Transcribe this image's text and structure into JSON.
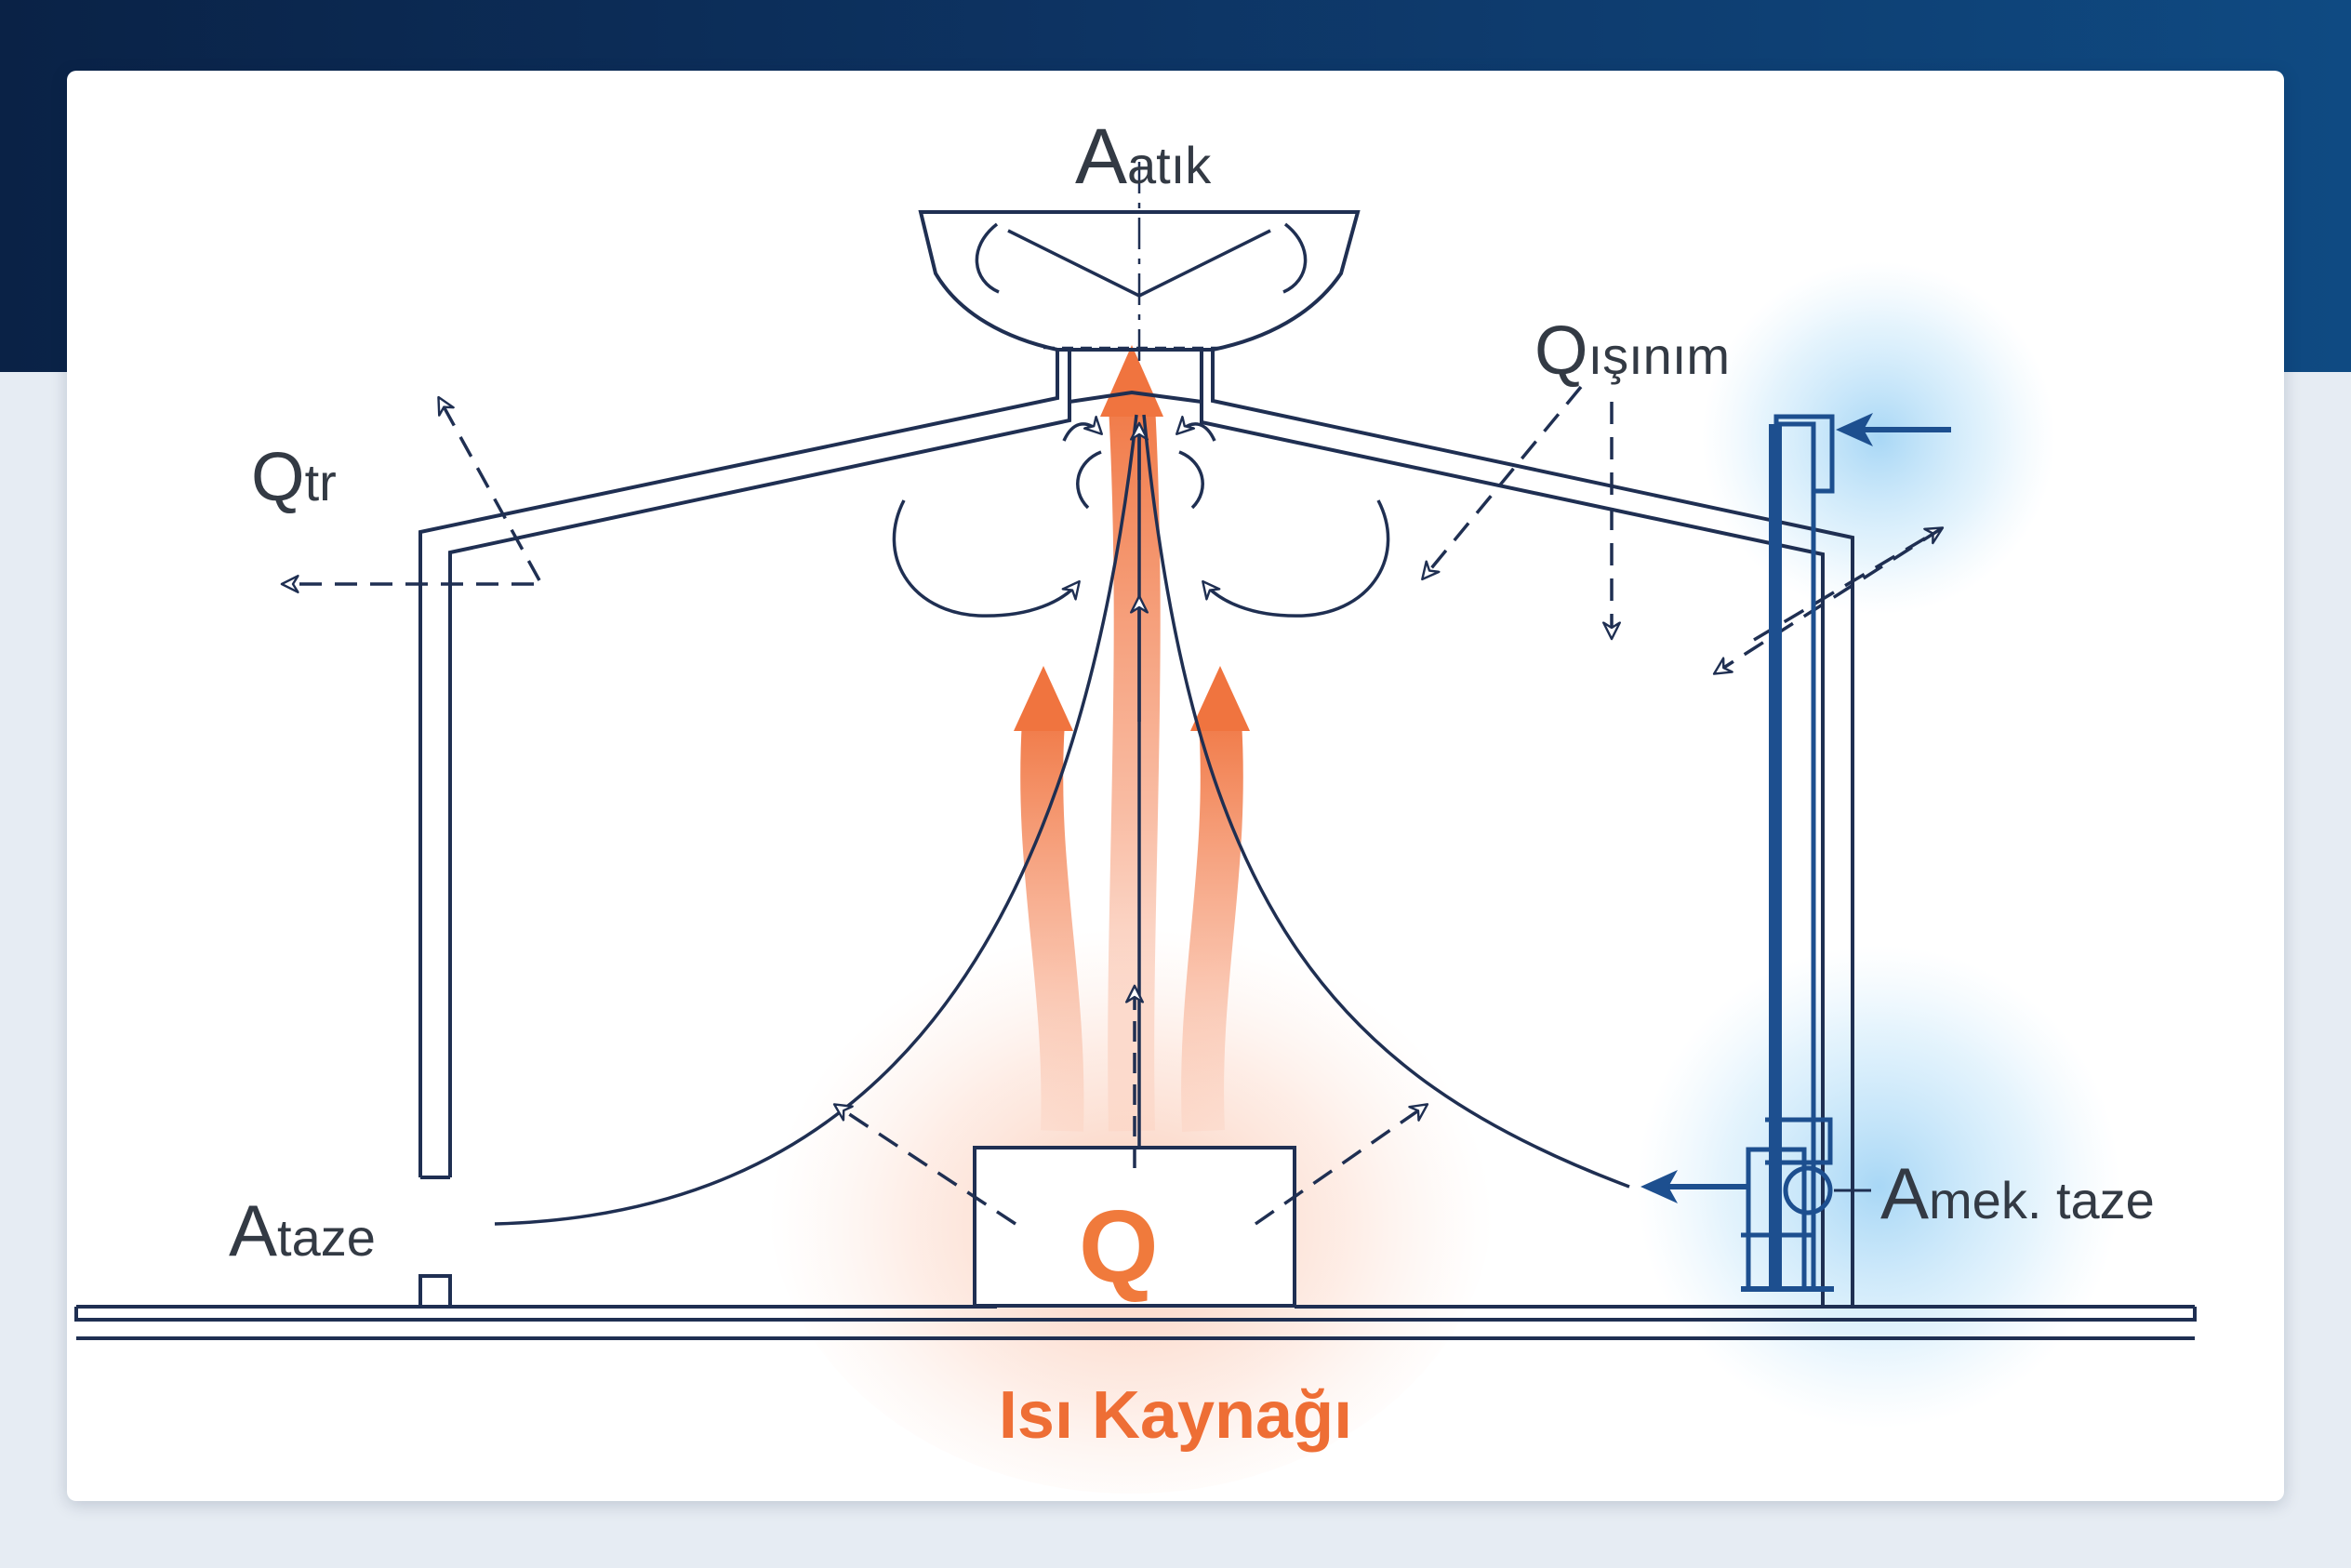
{
  "labels": {
    "a_atik": {
      "main": "A",
      "sub": "atık"
    },
    "q_isinim": {
      "main": "Q",
      "sub": "ışınım"
    },
    "q_tr": {
      "main": "Q",
      "sub": "tr"
    },
    "a_taze": {
      "main": "A",
      "sub": "taze"
    },
    "a_mek_taze": {
      "main": "A",
      "sub": "mek. taze"
    },
    "q_source": "Q"
  },
  "title": "Isı Kaynağı",
  "colors": {
    "background_band": "#0d3362",
    "line": "#1f2f52",
    "accent_orange": "#f07a3c",
    "ventilation_blue": "#1d4f8f"
  }
}
